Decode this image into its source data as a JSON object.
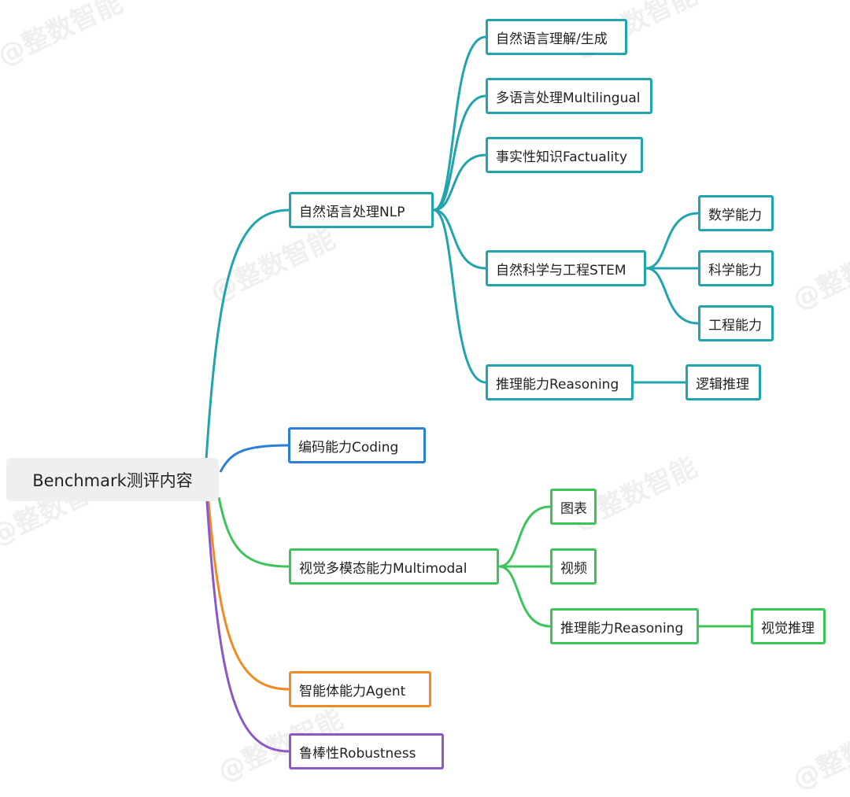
{
  "watermark": "@整数智能",
  "colors": {
    "teal": "#21a4ad",
    "blue": "#2b7fd9",
    "green": "#3cc45b",
    "orange": "#f08a26",
    "purple": "#8b57c9",
    "root_bg": "#eef0ef"
  },
  "root": {
    "label": "Benchmark测评内容"
  },
  "nodes": {
    "nlp": {
      "label": "自然语言处理NLP"
    },
    "nlu": {
      "label": "自然语言理解/生成"
    },
    "multilingual": {
      "label": "多语言处理Multilingual"
    },
    "factuality": {
      "label": "事实性知识Factuality"
    },
    "stem": {
      "label": "自然科学与工程STEM"
    },
    "math": {
      "label": "数学能力"
    },
    "science": {
      "label": "科学能力"
    },
    "engineering": {
      "label": "工程能力"
    },
    "reasoning": {
      "label": "推理能力Reasoning"
    },
    "logic": {
      "label": "逻辑推理"
    },
    "coding": {
      "label": "编码能力Coding"
    },
    "multimodal": {
      "label": "视觉多模态能力Multimodal"
    },
    "chart": {
      "label": "图表"
    },
    "video": {
      "label": "视频"
    },
    "mm_reasoning": {
      "label": "推理能力Reasoning"
    },
    "visual_reasoning": {
      "label": "视觉推理"
    },
    "agent": {
      "label": "智能体能力Agent"
    },
    "robustness": {
      "label": "鲁棒性Robustness"
    }
  }
}
